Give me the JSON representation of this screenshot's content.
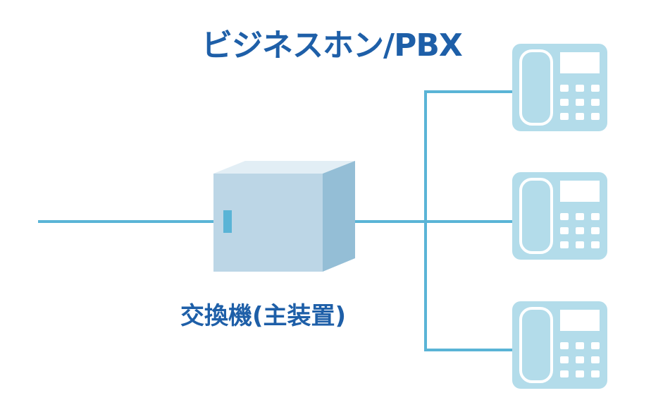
{
  "title": "ビジネスホン/PBX",
  "pbx": {
    "label": "交換機(主装置)",
    "icon": "server-box-icon"
  },
  "phones": [
    {
      "name": "phone-1",
      "icon": "desk-phone-icon"
    },
    {
      "name": "phone-2",
      "icon": "desk-phone-icon"
    },
    {
      "name": "phone-3",
      "icon": "desk-phone-icon"
    }
  ],
  "colors": {
    "text": "#1e5fa8",
    "line": "#5ab4d6",
    "box_front": "#bcd6e6",
    "box_top": "#e2eef5",
    "box_side": "#94bed6",
    "box_slot": "#5ab4d6",
    "phone": "#b3dcea"
  }
}
